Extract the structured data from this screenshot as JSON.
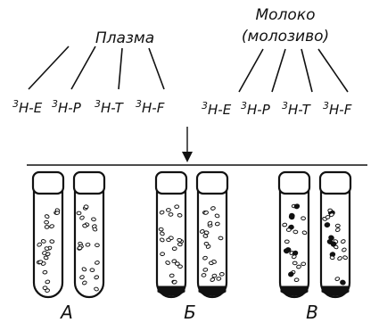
{
  "sources": [
    {
      "title_lines": [
        "Плазма"
      ]
    },
    {
      "title_lines": [
        "Молоко",
        "(молозиво)"
      ]
    }
  ],
  "hormones": [
    {
      "isotope": "3",
      "symbol": "H-E"
    },
    {
      "isotope": "3",
      "symbol": "H-P"
    },
    {
      "isotope": "3",
      "symbol": "H-T"
    },
    {
      "isotope": "3",
      "symbol": "H-F"
    }
  ],
  "groups": [
    {
      "label": "А",
      "bottom_band": false,
      "dark_particles": false
    },
    {
      "label": "Б",
      "bottom_band": true,
      "dark_particles": false
    },
    {
      "label": "В",
      "bottom_band": true,
      "dark_particles": true
    }
  ],
  "colors": {
    "ink": "#111111",
    "background": "#ffffff"
  }
}
